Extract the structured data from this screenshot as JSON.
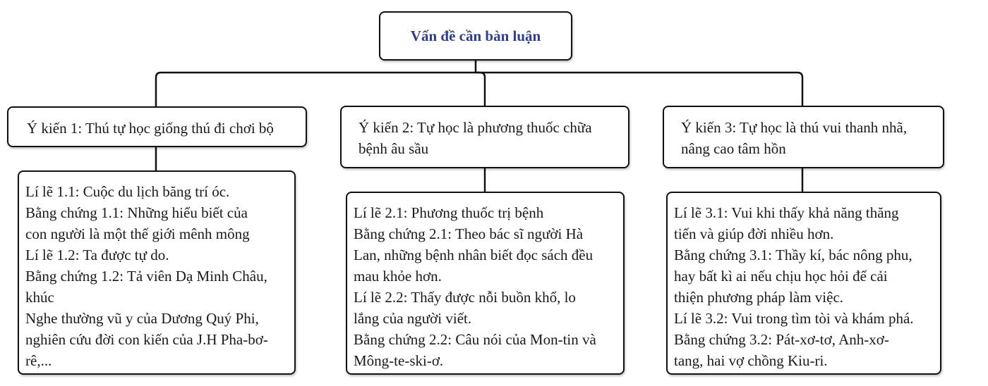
{
  "root": {
    "title": "Vấn đề cần bàn luận"
  },
  "opinions": [
    {
      "title": "Ý kiến 1: Thú tự học giống thú đi chơi bộ"
    },
    {
      "title": "Ý kiến 2: Tự học là phương thuốc chữa bệnh âu sầu"
    },
    {
      "title": "Ý kiến 3: Tự học là thú vui thanh nhã, nâng cao tâm hồn"
    }
  ],
  "details": [
    {
      "lines": [
        "Lí lẽ 1.1: Cuộc du lịch băng trí óc.",
        "Bằng chứng 1.1: Những hiểu biết của",
        "con người là một thế giới mênh mông",
        "Lí lẽ 1.2: Ta được tự do.",
        "Bằng chứng 1.2: Tả viên Dạ Minh Châu,",
        "khúc",
        "Nghe thường vũ y của Dương Quý Phi,",
        "nghiên cứu đời con kiến của J.H Pha-bơ-",
        "rê,..."
      ]
    },
    {
      "lines": [
        "Lí lẽ 2.1: Phương thuốc trị bệnh",
        "Bằng chứng 2.1: Theo bác sĩ người Hà",
        "Lan, những bệnh nhân biết đọc sách đều",
        "mau khỏe hơn.",
        "Lí lẽ 2.2: Thấy được nỗi buồn khổ, lo",
        "lắng của người viết.",
        "Bằng chứng 2.2: Câu nói của Mon-tin và",
        "Mông-te-ski-ơ."
      ]
    },
    {
      "lines": [
        "Lí lẽ 3.1: Vui khi thấy khả năng thăng",
        "tiến và giúp đời nhiều hơn.",
        "Bằng chứng 3.1: Thầy kí, bác nông phu,",
        "hay bất kì ai nếu chịu học hỏi để cải",
        "thiện phương pháp làm việc.",
        "Lí lẽ 3.2: Vui trong tìm tòi và khám phá.",
        "Bằng chứng 3.2: Pát-xơ-tơ, Anh-xơ-",
        "tang, hai vợ chồng Kiu-ri."
      ]
    }
  ]
}
